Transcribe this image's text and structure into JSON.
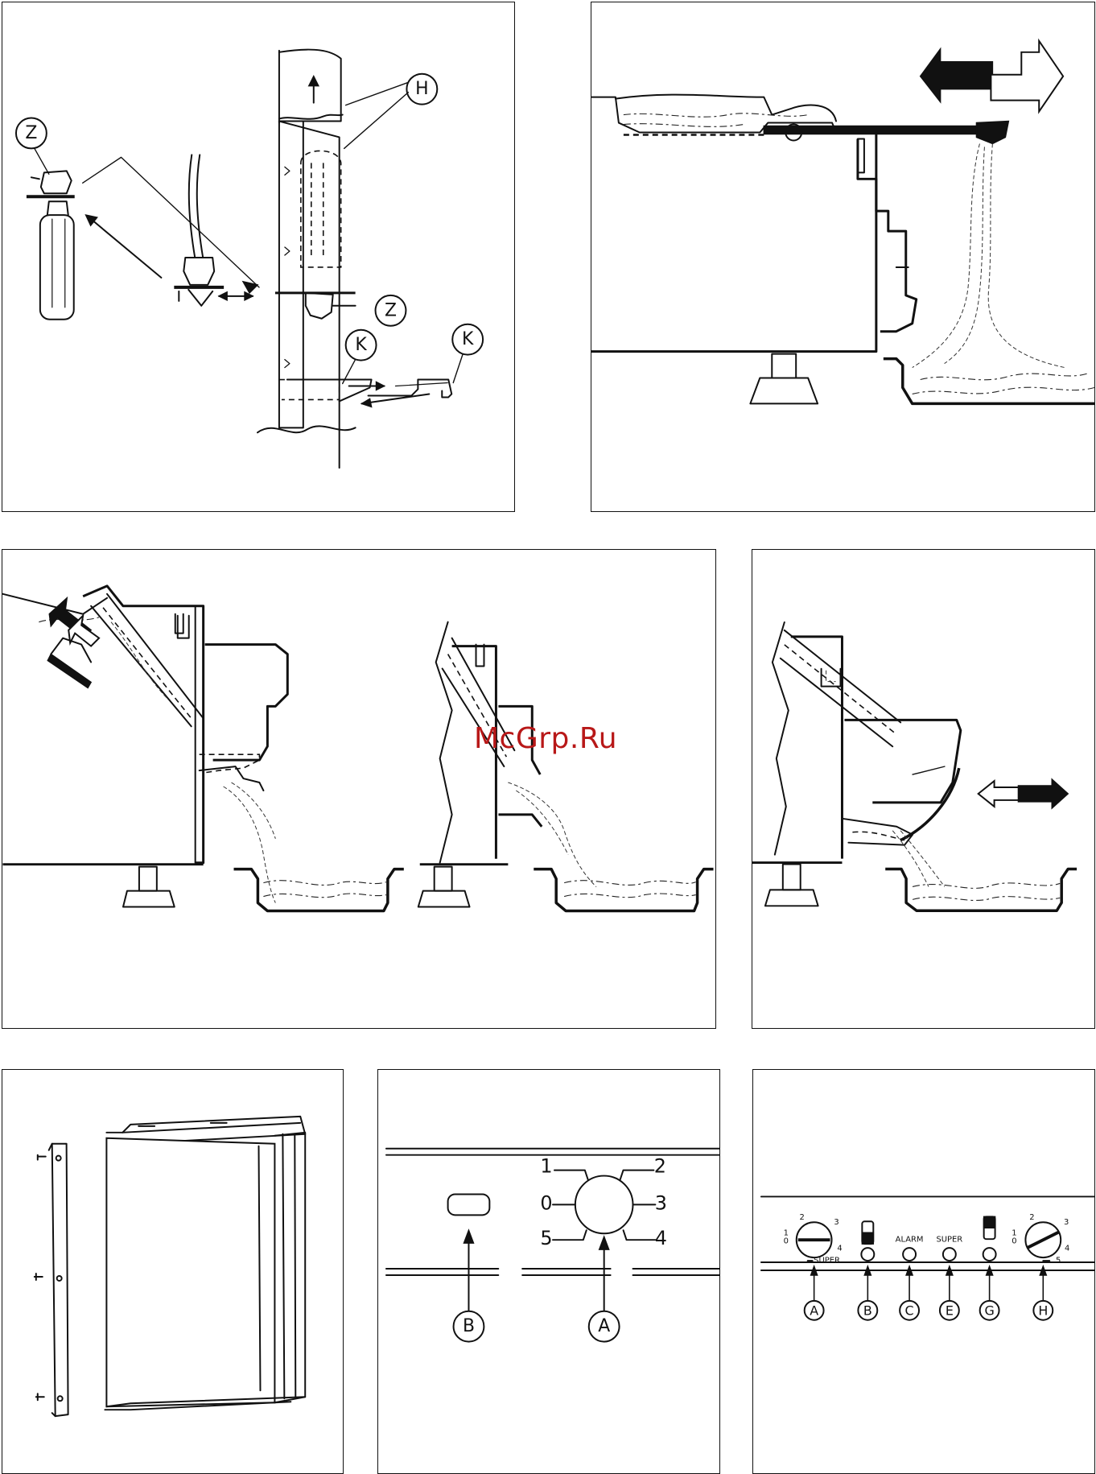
{
  "watermark": "McGrp.Ru",
  "panel1": {
    "labels": {
      "z_top": "Z",
      "h": "H",
      "z_mid": "Z",
      "k_left": "K",
      "k_right": "K"
    }
  },
  "panel8": {
    "dial_numbers": {
      "n1": "1",
      "n2": "2",
      "n0": "0",
      "n3": "3",
      "n5": "5",
      "n4": "4"
    },
    "callouts": {
      "b": "B",
      "a": "A"
    }
  },
  "panel9": {
    "left_dial_numbers": {
      "n2": "2",
      "n3": "3",
      "n1": "1",
      "n0": "0",
      "n4": "4"
    },
    "super_label": "SUPER",
    "alarm_label": "ALARM",
    "super_button_label": "SUPER",
    "right_dial_numbers": {
      "n2": "2",
      "n3": "3",
      "n1": "1",
      "n0": "0",
      "n4": "4",
      "n5": "5"
    },
    "callouts": {
      "a": "A",
      "b": "B",
      "c": "C",
      "e": "E",
      "g": "G",
      "h": "H"
    }
  }
}
